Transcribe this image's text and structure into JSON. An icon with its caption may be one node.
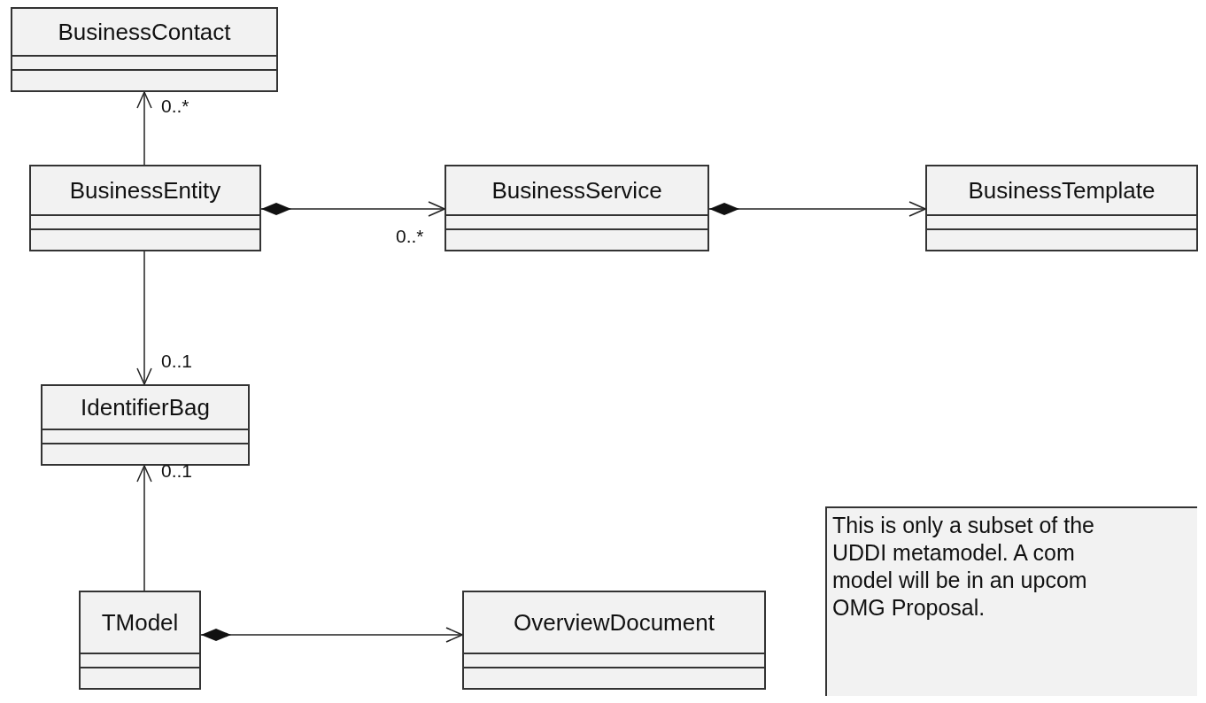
{
  "diagram": {
    "nodes": [
      {
        "text": [
          "BusinessContact"
        ]
      },
      {
        "text": [
          "BusinessEntity"
        ]
      },
      {
        "text": [
          "BusinessService"
        ]
      },
      {
        "text": [
          "BusinessTemplate"
        ]
      },
      {
        "text": [
          "IdentifierBag"
        ]
      },
      {
        "text": [
          "TModel"
        ]
      },
      {
        "text": [
          "OverviewDocument"
        ]
      },
      {
        "text": [
          "This is only a subset of the UDDI metamodel.  A com model will be in an upcom OMG Proposal."
        ]
      }
    ],
    "edges": [
      {
        "from": 1,
        "to": 0,
        "arrow": "to"
      },
      {
        "from": 1,
        "to": 2,
        "arrow": "to"
      },
      {
        "from": 2,
        "to": 3,
        "arrow": "to"
      },
      {
        "from": 1,
        "to": 4,
        "arrow": "to"
      },
      {
        "from": 5,
        "to": 4,
        "arrow": "to"
      },
      {
        "from": 5,
        "to": 6,
        "arrow": "to"
      }
    ],
    "labels": [
      "0..*",
      "0..*",
      "0..1",
      "0..1"
    ]
  }
}
